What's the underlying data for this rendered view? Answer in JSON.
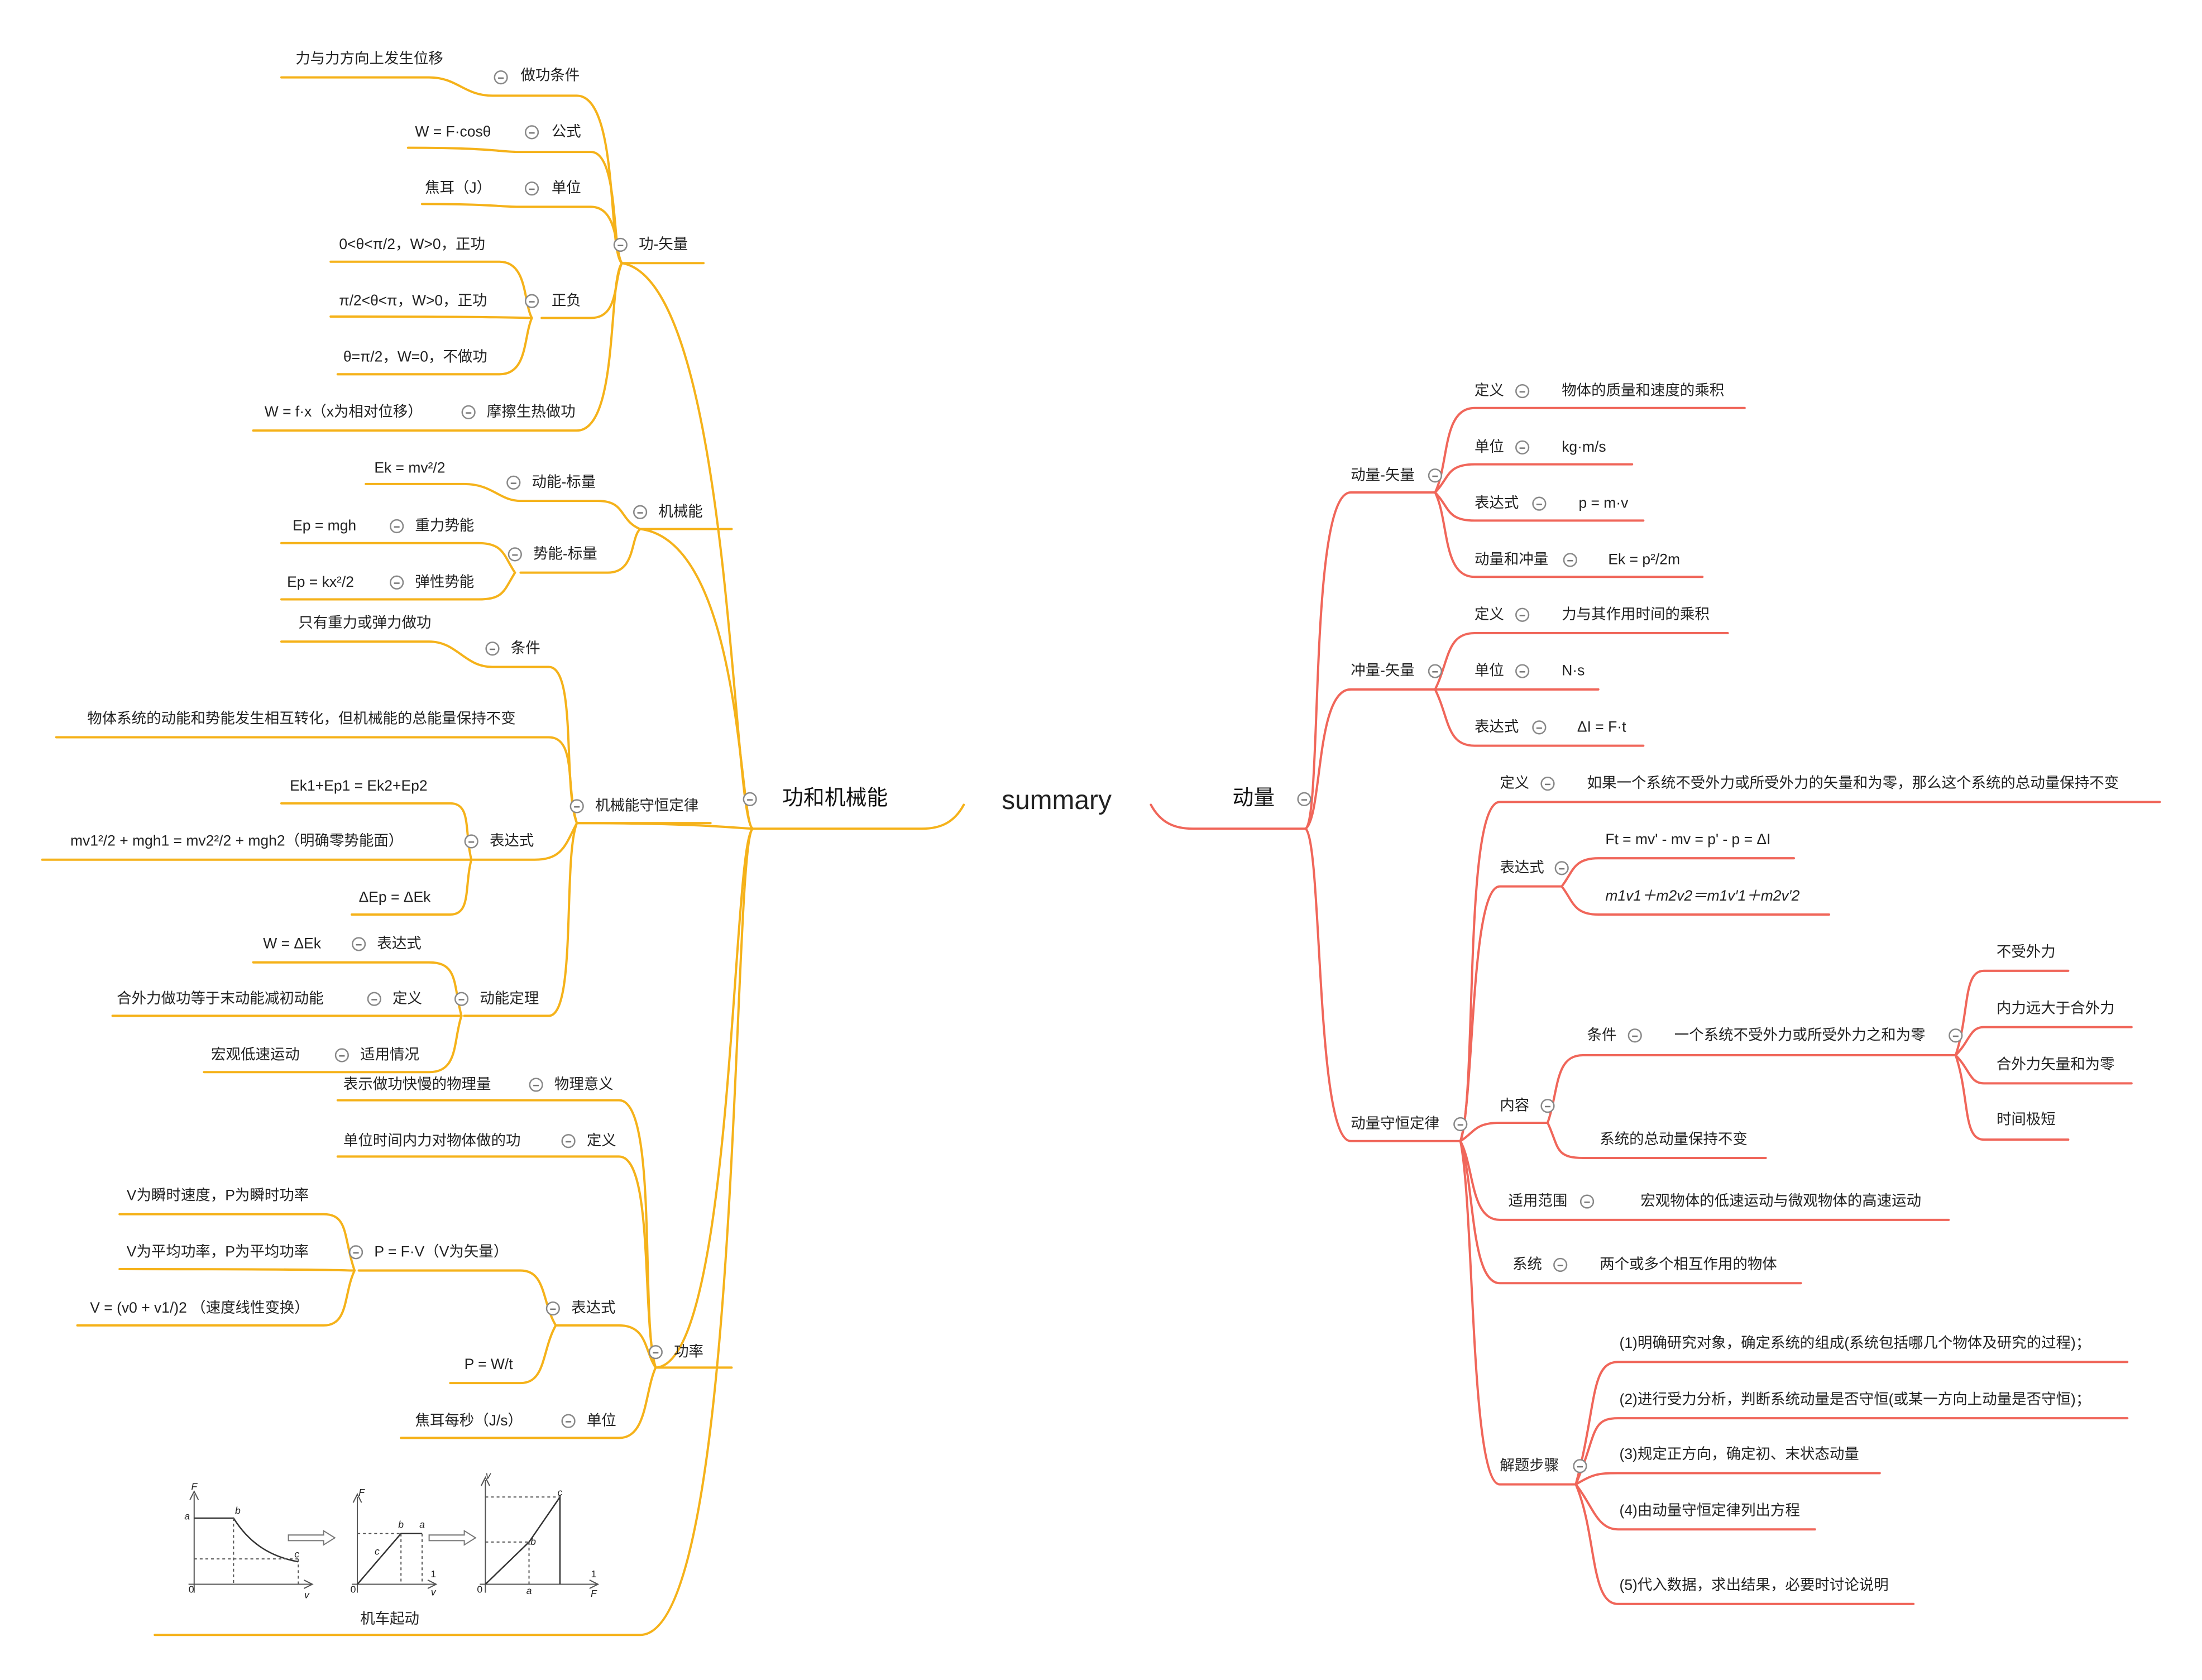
{
  "colors": {
    "left": "#f5b21a",
    "right": "#f0665a"
  },
  "root": "summary",
  "left": {
    "title": "功和机械能",
    "work": {
      "title": "功-矢量",
      "condition": {
        "label": "做功条件",
        "value": "力与力方向上发生位移"
      },
      "formula": {
        "label": "公式",
        "value": "W = F·cosθ"
      },
      "unit": {
        "label": "单位",
        "value": "焦耳（J）"
      },
      "sign": {
        "label": "正负",
        "items": [
          "0<θ<π/2，W>0，正功",
          "π/2<θ<π，W>0，正功",
          "θ=π/2，W=0，不做功"
        ]
      },
      "friction": {
        "label": "摩擦生热做功",
        "value": "W = f·x（x为相对位移）"
      }
    },
    "mech": {
      "title": "机械能",
      "kinetic": {
        "label": "动能-标量",
        "value": "Ek = mv²/2"
      },
      "potential": {
        "label": "势能-标量",
        "items": [
          {
            "label": "重力势能",
            "value": "Ep = mgh"
          },
          {
            "label": "弹性势能",
            "value": "Ep = kx²/2"
          }
        ]
      }
    },
    "conservation": {
      "title": "机械能守恒定律",
      "condition": {
        "label": "条件",
        "value": "只有重力或弹力做功"
      },
      "statement": "物体系统的动能和势能发生相互转化，但机械能的总能量保持不变",
      "expr": {
        "label": "表达式",
        "items": [
          "Ek1+Ep1 = Ek2+Ep2",
          "mv1²/2 + mgh1 = mv2²/2 + mgh2（明确零势能面）",
          "ΔEp = ΔEk"
        ]
      },
      "theorem": {
        "label": "动能定理",
        "items": [
          {
            "label": "表达式",
            "value": "W = ΔEk"
          },
          {
            "label": "定义",
            "value": "合外力做功等于末动能减初动能"
          },
          {
            "label": "适用情况",
            "value": "宏观低速运动"
          }
        ]
      }
    },
    "power": {
      "title": "功率",
      "meaning": {
        "label": "物理意义",
        "value": "表示做功快慢的物理量"
      },
      "definition": {
        "label": "定义",
        "value": "单位时间内力对物体做的功"
      },
      "expr": {
        "label": "表达式",
        "pfv": {
          "label": "P = F·V（V为矢量）",
          "items": [
            "V为瞬时速度，P为瞬时功率",
            "V为平均功率，P为平均功率",
            "V = (v0 + v1/)2 （速度线性变换）"
          ]
        },
        "pwt": "P = W/t"
      },
      "unit": {
        "label": "单位",
        "value": "焦耳每秒（J/s）"
      },
      "startup": {
        "label": "机车起动",
        "graphs": {
          "g1": {
            "y": "F",
            "x": "v",
            "pts": [
              "a",
              "b",
              "c"
            ],
            "o": "0"
          },
          "g2": {
            "y": "F",
            "x_top": "1",
            "x_bot": "v",
            "pts": [
              "a",
              "b",
              "c"
            ],
            "o": "0"
          },
          "g3": {
            "y": "v",
            "x_top": "1",
            "x_bot": "F",
            "pts": [
              "a",
              "b",
              "c"
            ],
            "o": "0"
          }
        }
      }
    }
  },
  "right": {
    "title": "动量",
    "momentum": {
      "title": "动量-矢量",
      "items": [
        {
          "label": "定义",
          "value": "物体的质量和速度的乘积"
        },
        {
          "label": "单位",
          "value": "kg·m/s"
        },
        {
          "label": "表达式",
          "value": "p = m·v"
        },
        {
          "label": "动量和冲量",
          "value": "Ek = p²/2m"
        }
      ]
    },
    "impulse": {
      "title": "冲量-矢量",
      "items": [
        {
          "label": "定义",
          "value": "力与其作用时间的乘积"
        },
        {
          "label": "单位",
          "value": "N·s"
        },
        {
          "label": "表达式",
          "value": "ΔI = F·t"
        }
      ]
    },
    "law": {
      "title": "动量守恒定律",
      "definition": {
        "label": "定义",
        "value": "如果一个系统不受外力或所受外力的矢量和为零，那么这个系统的总动量保持不变"
      },
      "expr": {
        "label": "表达式",
        "items": [
          "Ft = mv' - mv = p' - p = ΔI",
          "m1v1＋m2v2＝m1v′1＋m2v′2"
        ]
      },
      "content": {
        "label": "内容",
        "cond": {
          "label": "条件",
          "value": "一个系统不受外力或所受外力之和为零",
          "items": [
            "不受外力",
            "内力远大于合外力",
            "合外力矢量和为零",
            "时间极短"
          ]
        },
        "result": "系统的总动量保持不变"
      },
      "scope": {
        "label": "适用范围",
        "value": "宏观物体的低速运动与微观物体的高速运动"
      },
      "system": {
        "label": "系统",
        "value": "两个或多个相互作用的物体"
      },
      "steps": {
        "label": "解题步骤",
        "items": [
          "(1)明确研究对象，确定系统的组成(系统包括哪几个物体及研究的过程)；",
          "(2)进行受力分析，判断系统动量是否守恒(或某一方向上动量是否守恒)；",
          "(3)规定正方向，确定初、末状态动量",
          "(4)由动量守恒定律列出方程",
          "(5)代入数据，求出结果，必要时讨论说明"
        ]
      }
    }
  }
}
